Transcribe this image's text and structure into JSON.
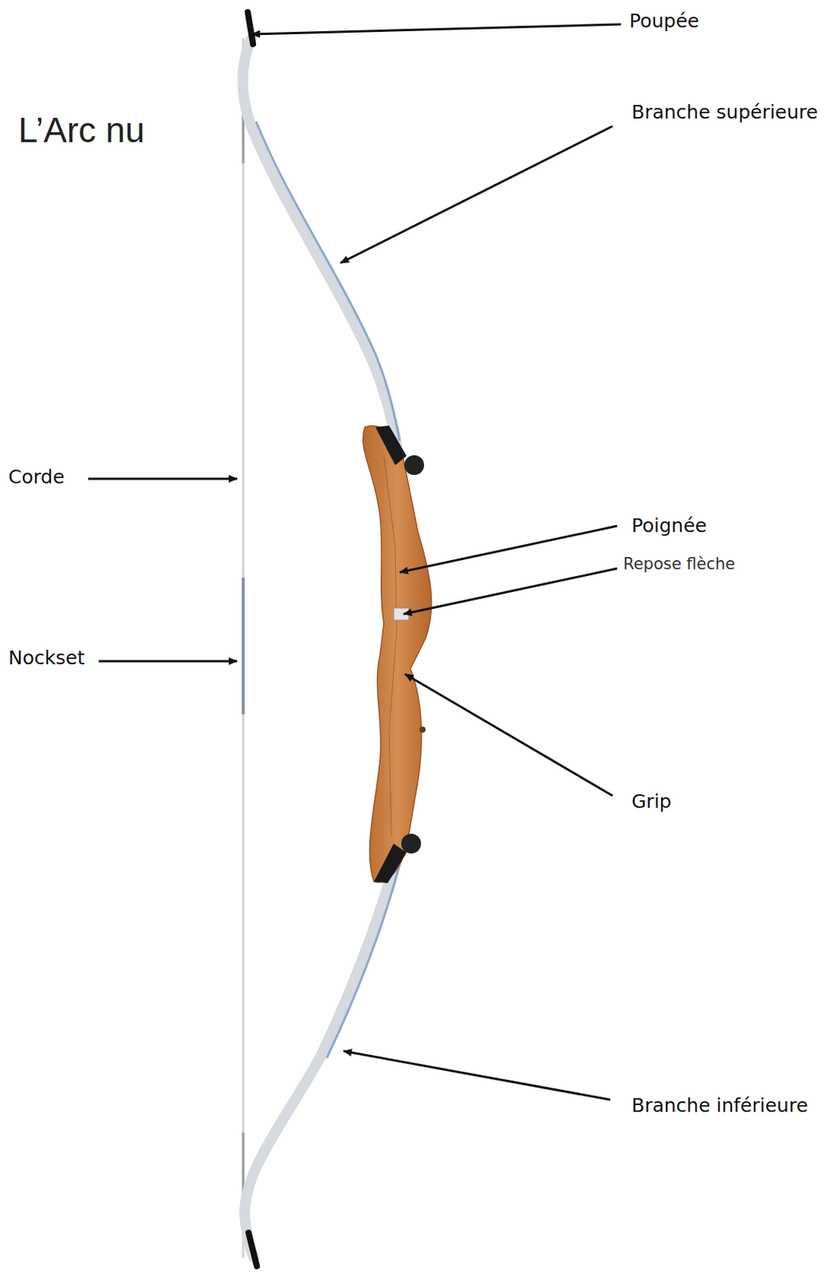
{
  "diagram": {
    "title": "L’Arc nu",
    "labels": [
      "Poupée",
      "Branche supérieure",
      "Corde",
      "Poignée",
      "Repose flèche",
      "Nockset",
      "Grip",
      "Branche inférieure"
    ]
  }
}
